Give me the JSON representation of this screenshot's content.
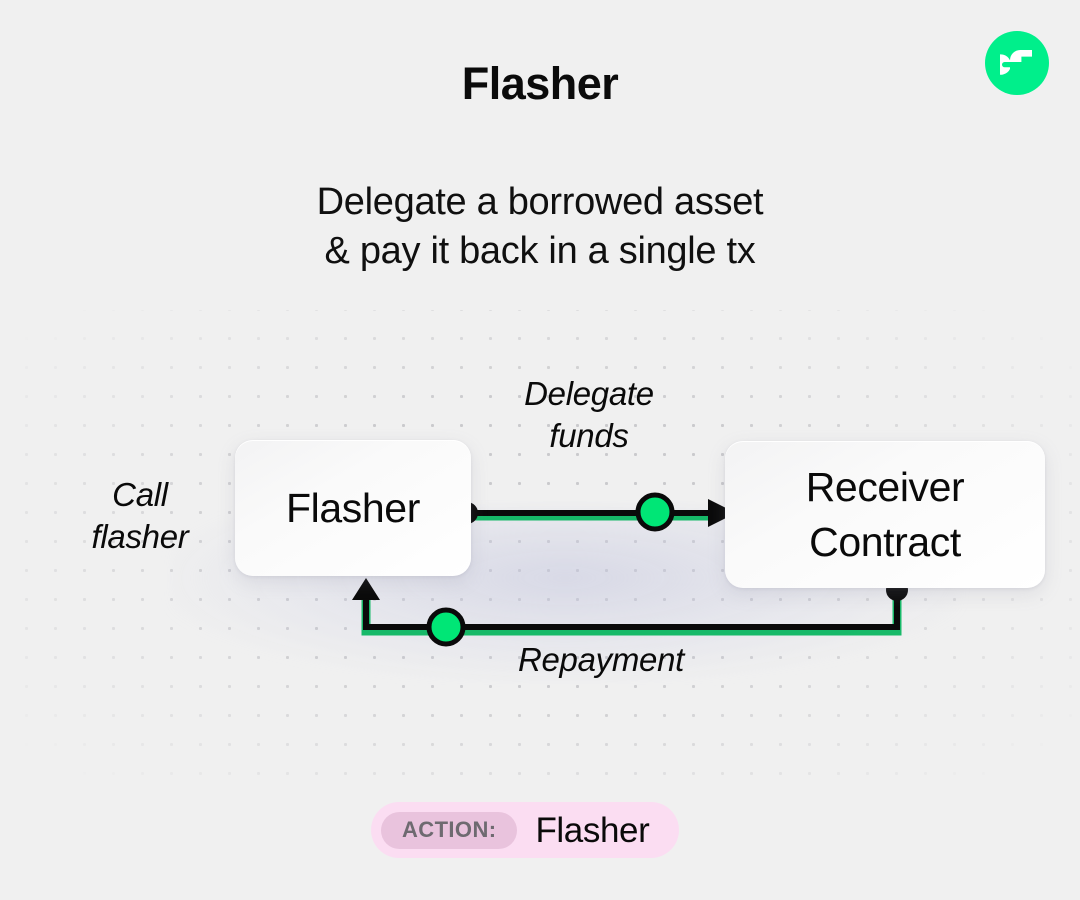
{
  "brand": {
    "logo_icon": "flow-logo-icon",
    "logo_color": "#00ef8b"
  },
  "header": {
    "title": "Flasher",
    "subtitle_line1": "Delegate a borrowed asset",
    "subtitle_line2": "& pay it back in a single tx"
  },
  "diagram": {
    "type": "flow",
    "background_color": "#f0f0f0",
    "accent_color": "#00e676",
    "nodes": [
      {
        "id": "flasher",
        "label": "Flasher"
      },
      {
        "id": "receiver",
        "label": "Receiver\nContract"
      }
    ],
    "edges": [
      {
        "id": "call-flasher",
        "label": "Call\nflasher",
        "from": "user",
        "to": "flasher"
      },
      {
        "id": "delegate-funds",
        "label": "Delegate\nfunds",
        "from": "flasher",
        "to": "receiver"
      },
      {
        "id": "repayment",
        "label": "Repayment",
        "from": "receiver",
        "to": "flasher"
      }
    ]
  },
  "action": {
    "tag": "ACTION:",
    "value": "Flasher"
  }
}
